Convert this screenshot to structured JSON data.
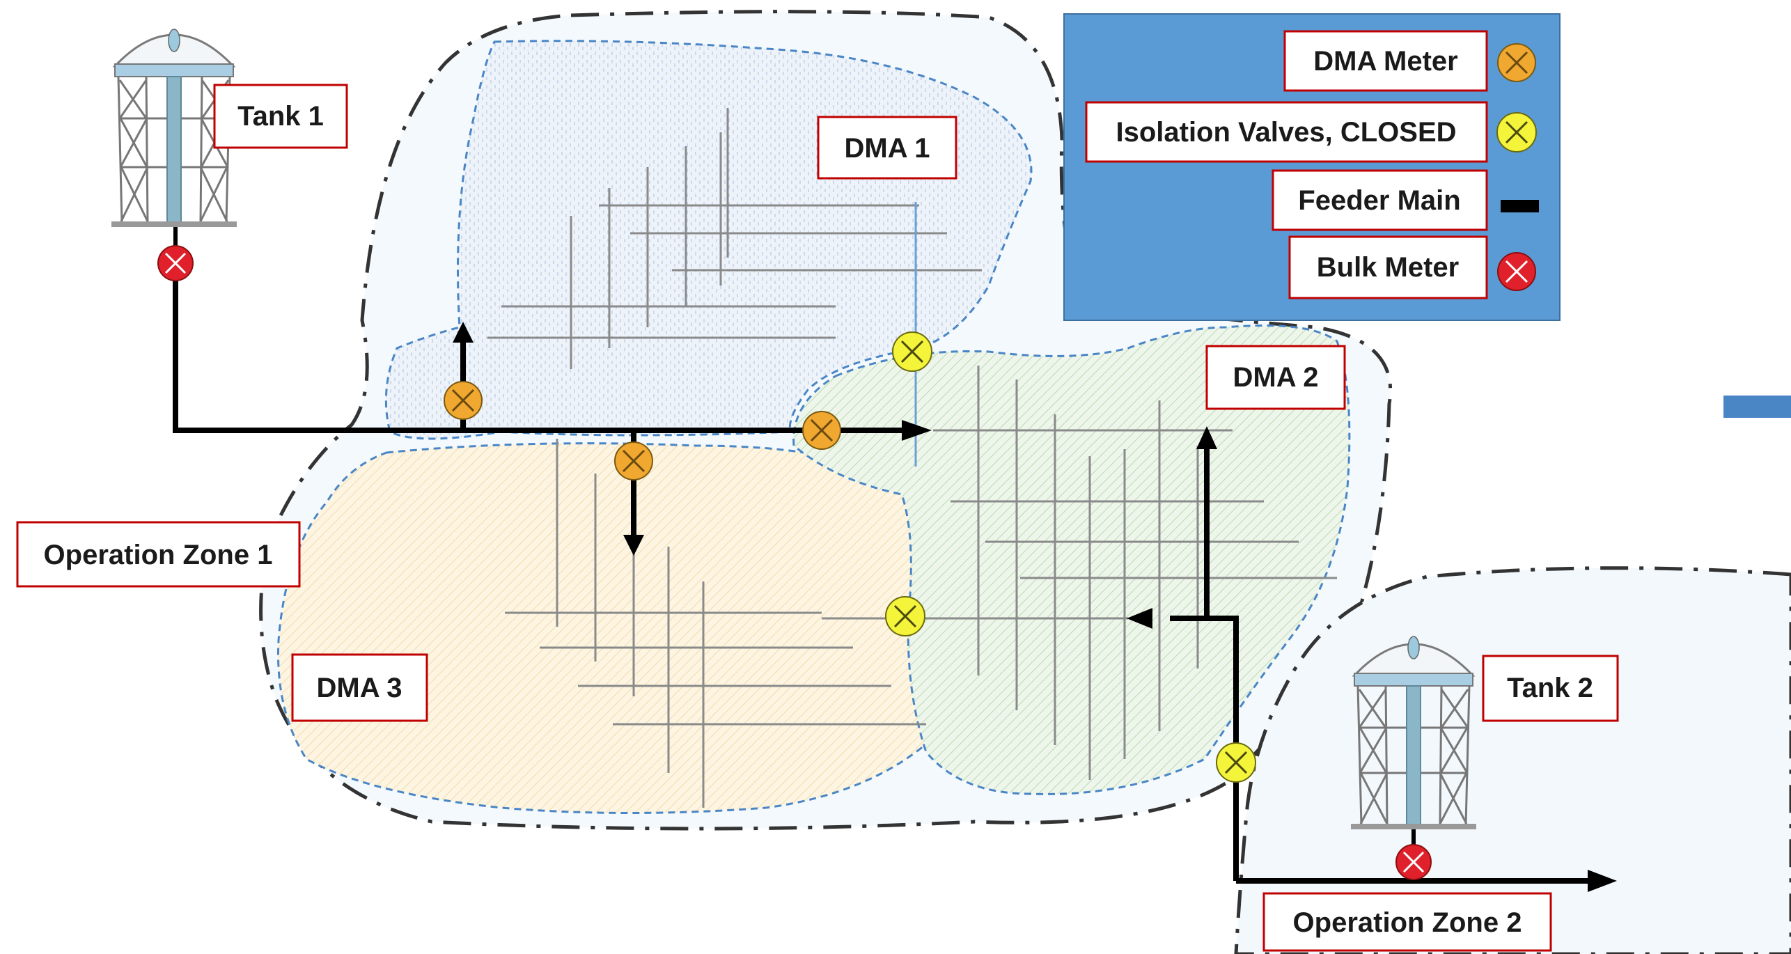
{
  "legend": {
    "items": [
      {
        "label": "DMA Meter",
        "symbol": "dma-meter"
      },
      {
        "label": "Isolation Valves, CLOSED",
        "symbol": "isolation-valve"
      },
      {
        "label": "Feeder Main",
        "symbol": "feeder-main"
      },
      {
        "label": "Bulk Meter",
        "symbol": "bulk-meter"
      }
    ]
  },
  "labels": {
    "tank1": "Tank 1",
    "tank2": "Tank 2",
    "dma1": "DMA 1",
    "dma2": "DMA 2",
    "dma3": "DMA 3",
    "zone1": "Operation Zone 1",
    "zone2": "Operation Zone 2"
  },
  "colors": {
    "legend_bg": "#5b9bd5",
    "label_border": "#c00000",
    "dma_meter": "#f0a830",
    "isolation_valve": "#f4f43a",
    "bulk_meter": "#e0202a",
    "feeder_main": "#000000",
    "dma1_fill": "#edf3fa",
    "dma2_fill": "#e5f1e2",
    "dma3_fill": "#fcf2dc",
    "zone_fill": "#f3f8fc",
    "zone_boundary": "#333333",
    "dma_boundary": "#4a86c5",
    "pipe": "#808080"
  }
}
